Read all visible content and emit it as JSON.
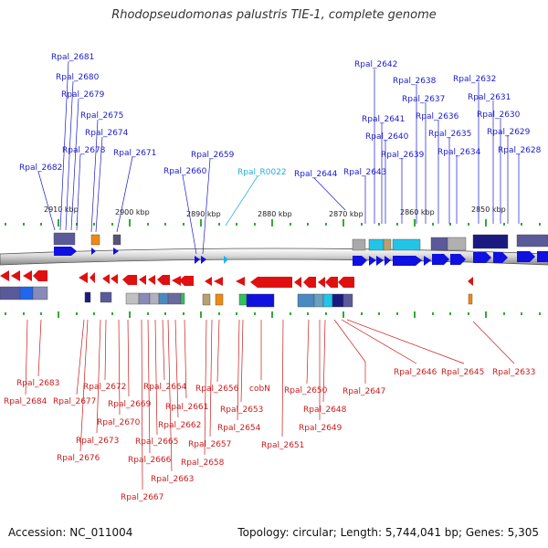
{
  "title": "Rhodopseudomonas palustris TIE-1, complete genome",
  "footer": {
    "accession": "Accession: NC_011004",
    "topology": "Topology: circular; Length: 5,744,041 bp; Genes: 5,305"
  },
  "scale_ticks": [
    "2910 kbp",
    "2900 kbp",
    "2890 kbp",
    "2880 kbp",
    "2870 kbp",
    "2860 kbp",
    "2850 kbp"
  ],
  "colors": {
    "forward_gene": "#1010e0",
    "reverse_gene": "#e01010",
    "rna_gene": "#20b0f0",
    "forward_label": "#1a1acc",
    "reverse_label": "#cc1a1a",
    "rna_label": "#22aadd"
  },
  "forward_labels": [
    "Rpal_2681",
    "Rpal_2680",
    "Rpal_2679",
    "Rpal_2675",
    "Rpal_2674",
    "Rpal_2678",
    "Rpal_2671",
    "Rpal_2682",
    "Rpal_2659",
    "Rpal_2660",
    "Rpal_R0022",
    "Rpal_2644",
    "Rpal_2643",
    "Rpal_2642",
    "Rpal_2641",
    "Rpal_2640",
    "Rpal_2639",
    "Rpal_2638",
    "Rpal_2637",
    "Rpal_2636",
    "Rpal_2635",
    "Rpal_2634",
    "Rpal_2632",
    "Rpal_2631",
    "Rpal_2630",
    "Rpal_2629",
    "Rpal_2628"
  ],
  "reverse_labels": [
    "Rpal_2683",
    "Rpal_2684",
    "Rpal_2677",
    "Rpal_2672",
    "Rpal_2676",
    "Rpal_2673",
    "Rpal_2670",
    "Rpal_2669",
    "Rpal_2664",
    "Rpal_2665",
    "Rpal_2666",
    "Rpal_2667",
    "Rpal_2663",
    "Rpal_2662",
    "Rpal_2661",
    "Rpal_2656",
    "Rpal_2657",
    "Rpal_2658",
    "Rpal_2653",
    "Rpal_2654",
    "cobN",
    "Rpal_2651",
    "Rpal_2650",
    "Rpal_2648",
    "Rpal_2649",
    "Rpal_2647",
    "Rpal_2646",
    "Rpal_2645",
    "Rpal_2633"
  ]
}
